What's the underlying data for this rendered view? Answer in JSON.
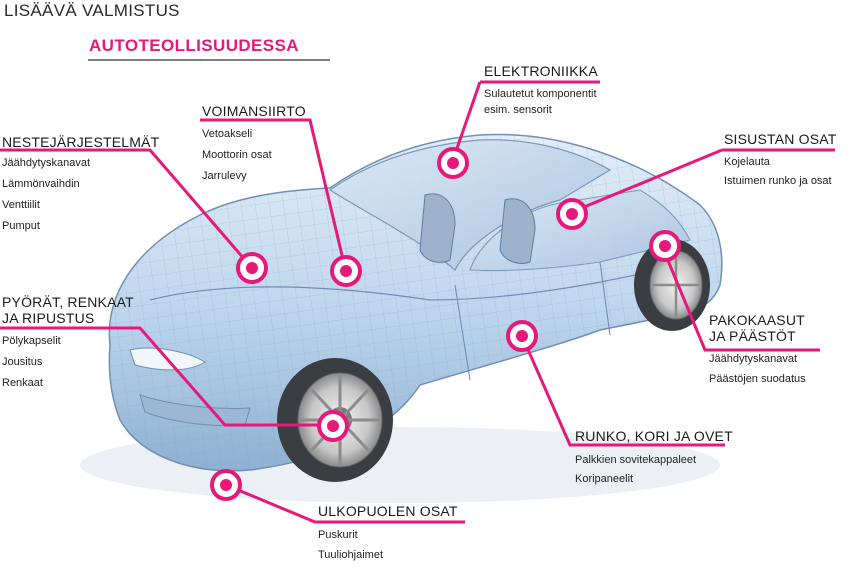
{
  "title": {
    "line1": "LISÄÄVÄ VALMISTUS",
    "line2": "AUTOTEOLLISUUDESSA"
  },
  "colors": {
    "accent": "#e6197a",
    "car_body": "#bcd4ec",
    "tire": "#3a3d42"
  },
  "categories": [
    {
      "id": "nestejarjestelmat",
      "heading": [
        "NESTEJÄRJESTELMÄT"
      ],
      "items": [
        "Jäähdytyskanavat",
        "Lämmönvaihdin",
        "Venttiilit",
        "Pumput"
      ]
    },
    {
      "id": "voimansiirto",
      "heading": [
        "VOIMANSIIRTO"
      ],
      "items": [
        "Vetoakseli",
        "Moottorin osat",
        "Jarrulevy"
      ]
    },
    {
      "id": "elektroniikka",
      "heading": [
        "ELEKTRONIIKKA"
      ],
      "items": [
        "Sulautetut komponentit",
        "esim. sensorit"
      ]
    },
    {
      "id": "sisustan-osat",
      "heading": [
        "SISUSTAN OSAT"
      ],
      "items": [
        "Kojelauta",
        "Istuimen runko ja osat"
      ]
    },
    {
      "id": "pyorat",
      "heading": [
        "PYÖRÄT, RENKAAT",
        "JA RIPUSTUS"
      ],
      "items": [
        "Pölykapselit",
        "Jousitus",
        "Renkaat"
      ]
    },
    {
      "id": "pakokaasut",
      "heading": [
        "PAKOKAASUT",
        "JA PÄÄSTÖT"
      ],
      "items": [
        "Jäähdytyskanavat",
        "Päästöjen suodatus"
      ]
    },
    {
      "id": "runko",
      "heading": [
        "RUNKO, KORI JA OVET"
      ],
      "items": [
        "Palkkien sovitekappaleet",
        "Koripaneelit"
      ]
    },
    {
      "id": "ulkopuolen-osat",
      "heading": [
        "ULKOPUOLEN OSAT"
      ],
      "items": [
        "Puskurit",
        "Tuuliohjaimet"
      ]
    }
  ]
}
